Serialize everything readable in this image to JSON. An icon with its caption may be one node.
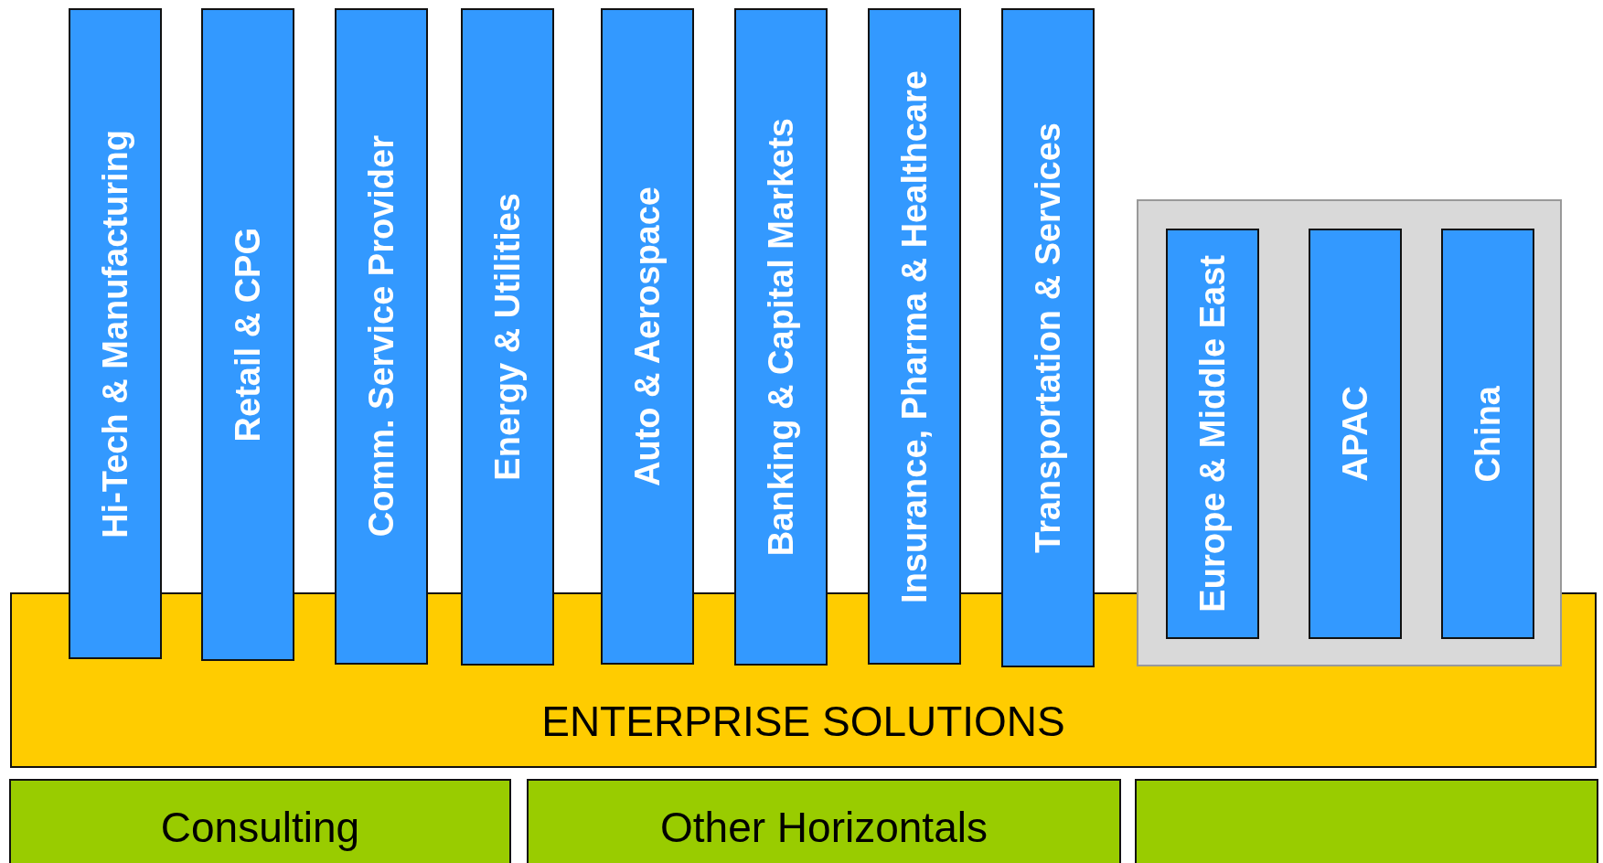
{
  "diagram": {
    "nodes": [
      {
        "text": [
          "Hi-Tech & Manufacturing"
        ]
      },
      {
        "text": [
          "Retail & CPG"
        ]
      },
      {
        "text": [
          "Comm. Service Provider"
        ]
      },
      {
        "text": [
          "Energy & Utilities"
        ]
      },
      {
        "text": [
          "Auto & Aerospace"
        ]
      },
      {
        "text": [
          "Banking & Capital Markets"
        ]
      },
      {
        "text": [
          "Insurance, Pharma & Healthcare"
        ]
      },
      {
        "text": [
          "Transportation & Services"
        ]
      },
      {
        "text": [],
        "shape": "box"
      },
      {
        "text": [
          "Europe & Middle East"
        ],
        "in": 8
      },
      {
        "text": [
          "APAC"
        ],
        "in": 8
      },
      {
        "text": [
          "China"
        ],
        "in": 8
      },
      {
        "text": [
          "ENTERPRISE SOLUTIONS"
        ]
      },
      {
        "text": [
          "Consulting"
        ]
      },
      {
        "text": [
          "Other Horizontals"
        ]
      },
      {
        "text": [],
        "shape": "box"
      }
    ]
  }
}
